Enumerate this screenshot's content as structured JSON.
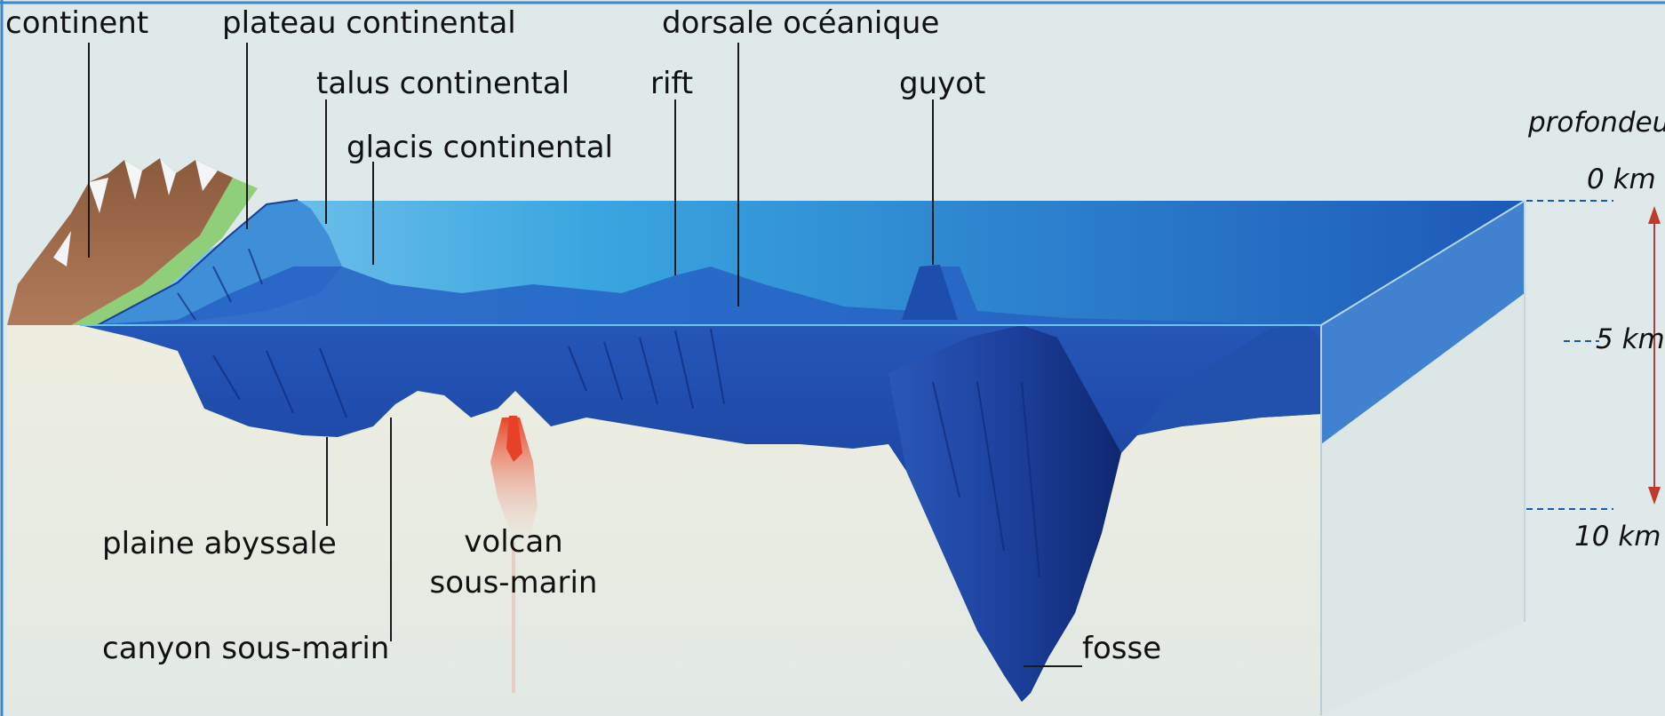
{
  "labels": {
    "continent": "continent",
    "plateau": "plateau continental",
    "talus": "talus continental",
    "glacis": "glacis continental",
    "rift": "rift",
    "dorsale": "dorsale océanique",
    "guyot": "guyot",
    "plaine": "plaine abyssale",
    "volcan_line1": "volcan",
    "volcan_line2": "sous-marin",
    "canyon": "canyon sous-marin",
    "fosse": "fosse"
  },
  "depth_scale": {
    "title": "profondeur",
    "ticks": [
      "0 km",
      "5 km",
      "10 km"
    ]
  },
  "colors": {
    "sea_surface": "#2f9bd8",
    "deep_blue": "#1b3f9a",
    "sediment": "#e9e6d6",
    "arrow": "#c0392b",
    "tick_line": "#1a5aa8"
  }
}
